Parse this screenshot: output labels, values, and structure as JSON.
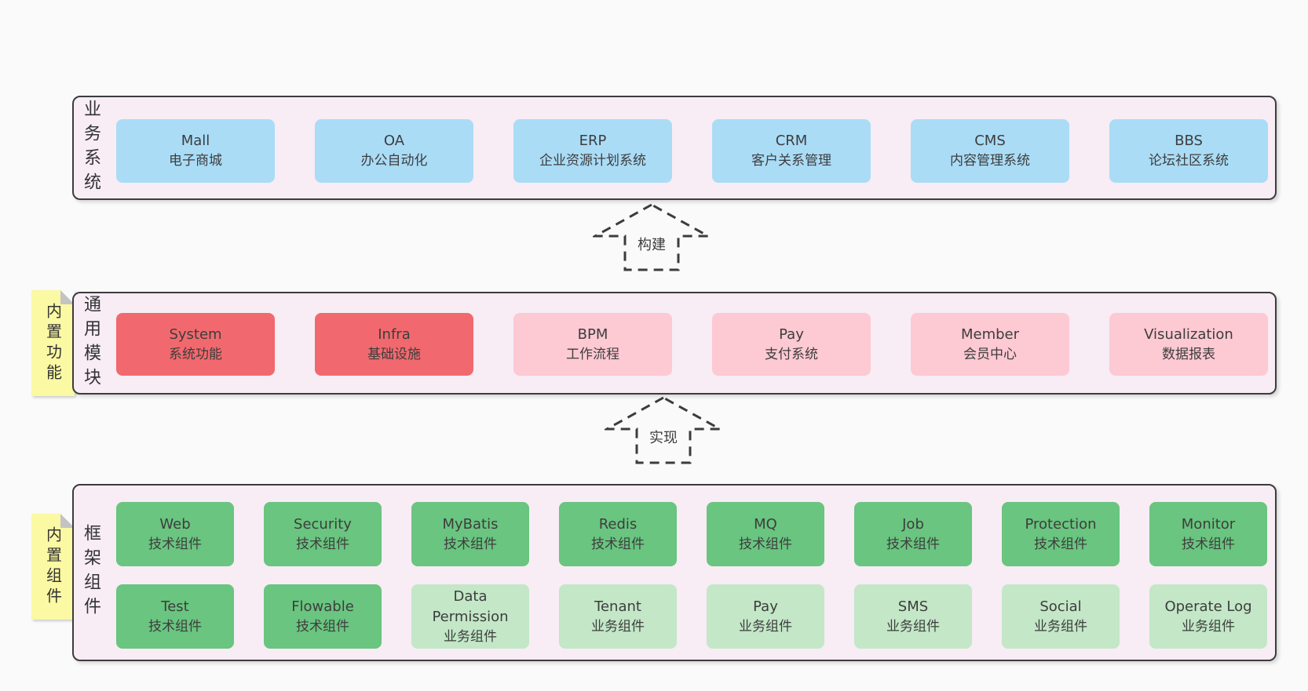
{
  "business": {
    "label": "业务系统",
    "boxes": [
      {
        "name": "Mall",
        "sub": "电子商城"
      },
      {
        "name": "OA",
        "sub": "办公自动化"
      },
      {
        "name": "ERP",
        "sub": "企业资源计划系统"
      },
      {
        "name": "CRM",
        "sub": "客户关系管理"
      },
      {
        "name": "CMS",
        "sub": "内容管理系统"
      },
      {
        "name": "BBS",
        "sub": "论坛社区系统"
      }
    ]
  },
  "modules": {
    "label": "通用模块",
    "note": "内置功能",
    "boxes": [
      {
        "name": "System",
        "sub": "系统功能"
      },
      {
        "name": "Infra",
        "sub": "基础设施"
      },
      {
        "name": "BPM",
        "sub": "工作流程"
      },
      {
        "name": "Pay",
        "sub": "支付系统"
      },
      {
        "name": "Member",
        "sub": "会员中心"
      },
      {
        "name": "Visualization",
        "sub": "数据报表"
      }
    ]
  },
  "framework": {
    "label": "框架组件",
    "note": "内置组件",
    "row1": [
      {
        "name": "Web",
        "sub": "技术组件"
      },
      {
        "name": "Security",
        "sub": "技术组件"
      },
      {
        "name": "MyBatis",
        "sub": "技术组件"
      },
      {
        "name": "Redis",
        "sub": "技术组件"
      },
      {
        "name": "MQ",
        "sub": "技术组件"
      },
      {
        "name": "Job",
        "sub": "技术组件"
      },
      {
        "name": "Protection",
        "sub": "技术组件"
      },
      {
        "name": "Monitor",
        "sub": "技术组件"
      }
    ],
    "row2": [
      {
        "name": "Test",
        "sub": "技术组件"
      },
      {
        "name": "Flowable",
        "sub": "技术组件"
      },
      {
        "name": "Data Permission",
        "sub": "业务组件"
      },
      {
        "name": "Tenant",
        "sub": "业务组件"
      },
      {
        "name": "Pay",
        "sub": "业务组件"
      },
      {
        "name": "SMS",
        "sub": "业务组件"
      },
      {
        "name": "Social",
        "sub": "业务组件"
      },
      {
        "name": "Operate Log",
        "sub": "业务组件"
      }
    ]
  },
  "arrows": {
    "build": "构建",
    "implement": "实现"
  },
  "colors": {
    "page_bg": "#fafafa",
    "band_bg": "#f8ecf5",
    "band_border": "#3c3c3c",
    "blue_box": "#aadcf6",
    "red_box": "#f1696e",
    "pink_box": "#fdc9d3",
    "green_box": "#69c57f",
    "light_green_box": "#c3e7c7",
    "note_bg": "#fbf9a3"
  }
}
